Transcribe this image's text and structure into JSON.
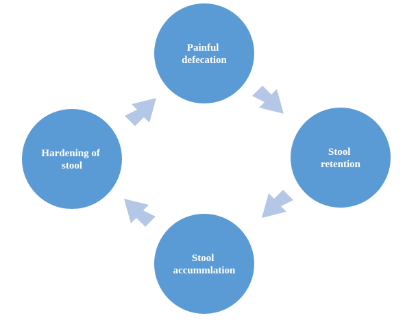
{
  "diagram": {
    "colors": {
      "node_fill": "#5b9bd5",
      "arrow_fill": "#b4c7e7",
      "label_text": "#ffffff",
      "background": "#ffffff"
    },
    "nodes": [
      {
        "id": "painful-defecation",
        "lines": [
          "Painful",
          "defecation"
        ]
      },
      {
        "id": "stool-retention",
        "lines": [
          "Stool",
          "retention"
        ]
      },
      {
        "id": "stool-accumulation",
        "lines": [
          "Stool",
          "accummlation"
        ]
      },
      {
        "id": "hardening-of-stool",
        "lines": [
          "Hardening of",
          "stool"
        ]
      }
    ],
    "arrows": [
      {
        "from": "painful-defecation",
        "to": "stool-retention"
      },
      {
        "from": "stool-retention",
        "to": "stool-accumulation"
      },
      {
        "from": "stool-accumulation",
        "to": "hardening-of-stool"
      },
      {
        "from": "hardening-of-stool",
        "to": "painful-defecation"
      }
    ]
  }
}
